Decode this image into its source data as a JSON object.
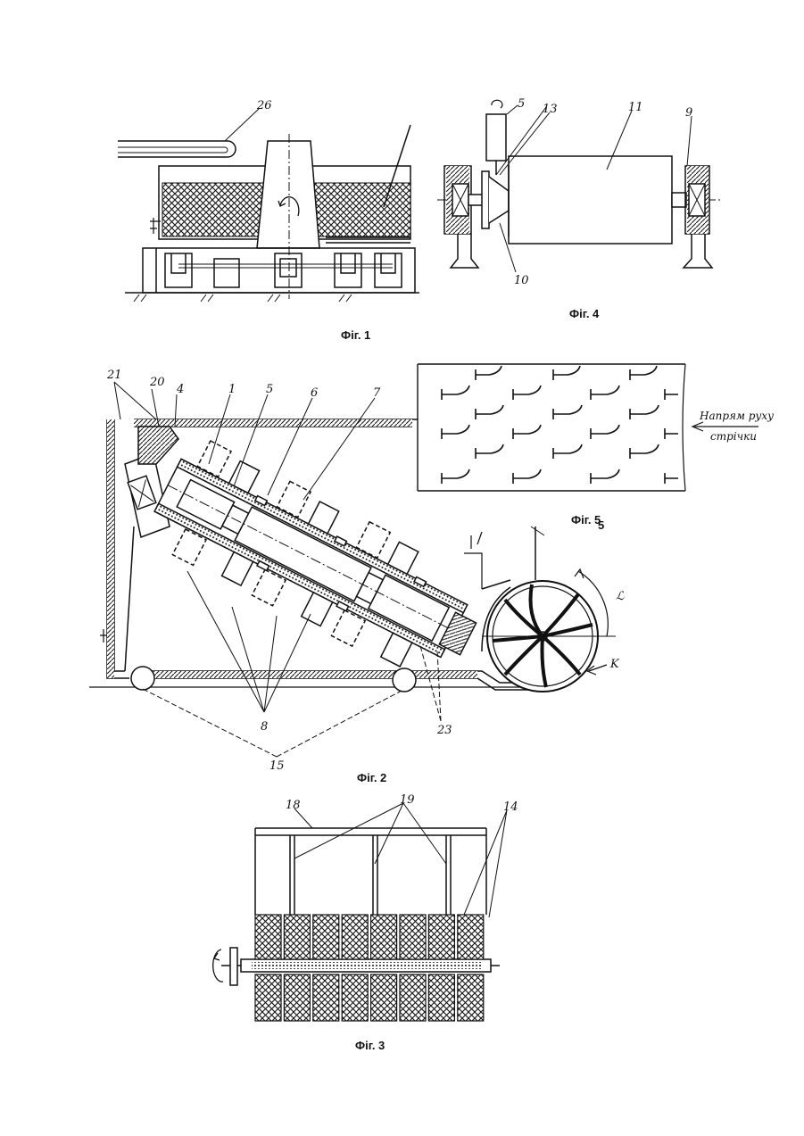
{
  "figures": {
    "fig1": {
      "caption": "Фіг. 1",
      "labels": {
        "l26": "26"
      }
    },
    "fig2": {
      "caption": "Фіг. 2",
      "labels": {
        "l21": "21",
        "l20": "20",
        "l4": "4",
        "l1": "1",
        "l5": "5",
        "l6": "6",
        "l7": "7",
        "l5b": "5",
        "l8": "8",
        "l15": "15",
        "l23": "23",
        "lK": "K",
        "lAlpha": "ℒ"
      }
    },
    "fig3": {
      "caption": "Фіг. 3",
      "labels": {
        "l18": "18",
        "l19": "19",
        "l14": "14"
      }
    },
    "fig4": {
      "caption": "Фіг. 4",
      "labels": {
        "l5": "5",
        "l13": "13",
        "l11": "11",
        "l9": "9",
        "l10": "10"
      }
    },
    "fig5": {
      "caption": "Фіг. 5",
      "direction_line1": "Напрям руху",
      "direction_line2": "стрічки"
    }
  },
  "colors": {
    "ink": "#111111",
    "paper": "#ffffff"
  },
  "icons": {
    "rotation": "rotation-arrow-icon",
    "direction": "direction-arrow-icon"
  }
}
